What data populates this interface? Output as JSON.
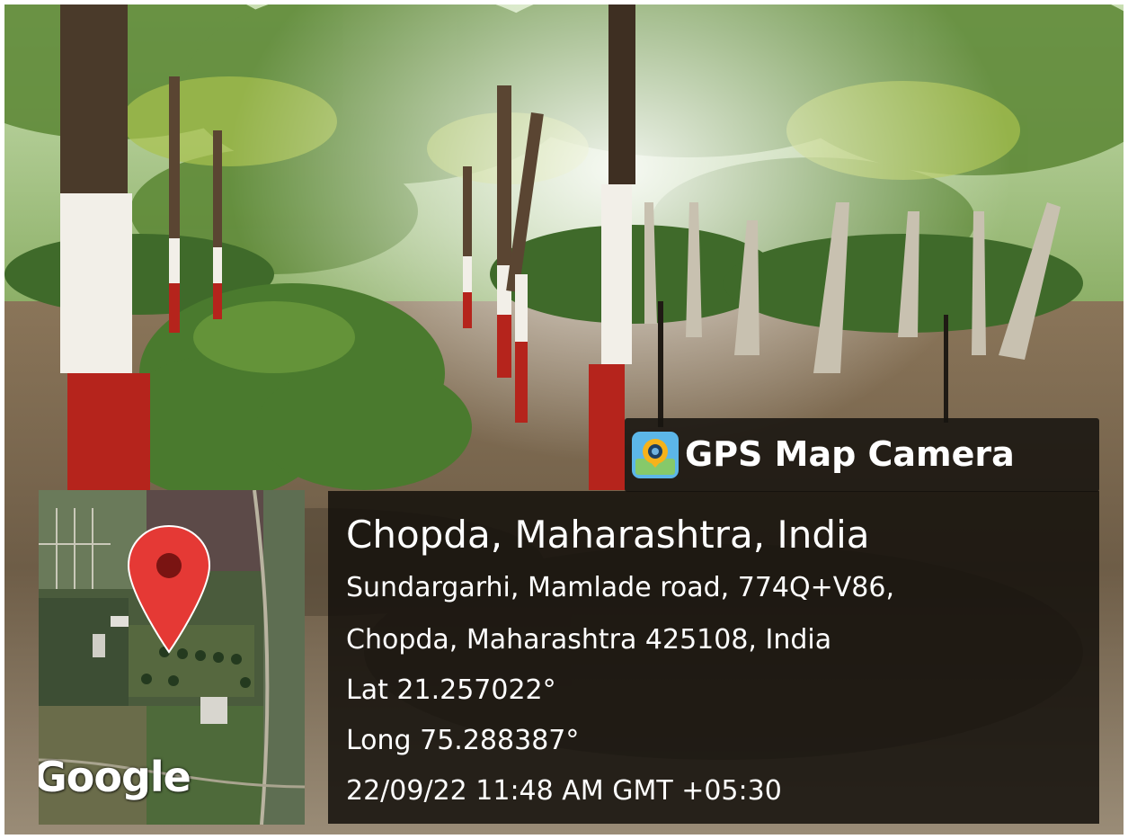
{
  "app": {
    "name": "GPS Map Camera",
    "icon": "gps-map-camera-app-icon"
  },
  "location": {
    "title": "Chopda, Maharashtra, India",
    "address_line1": "Sundargarhi, Mamlade road, 774Q+V86,",
    "address_line2": "Chopda, Maharashtra 425108, India",
    "latitude": "Lat 21.257022°",
    "longitude": "Long 75.288387°",
    "timestamp": "22/09/22 11:48 AM GMT +05:30"
  },
  "map": {
    "provider": "Google",
    "marker_icon": "map-pin-icon",
    "marker_color": "#e53935"
  },
  "colors": {
    "trunk_white": "#f2efe8",
    "trunk_red": "#b5241c",
    "overlay": "#1a1510"
  }
}
